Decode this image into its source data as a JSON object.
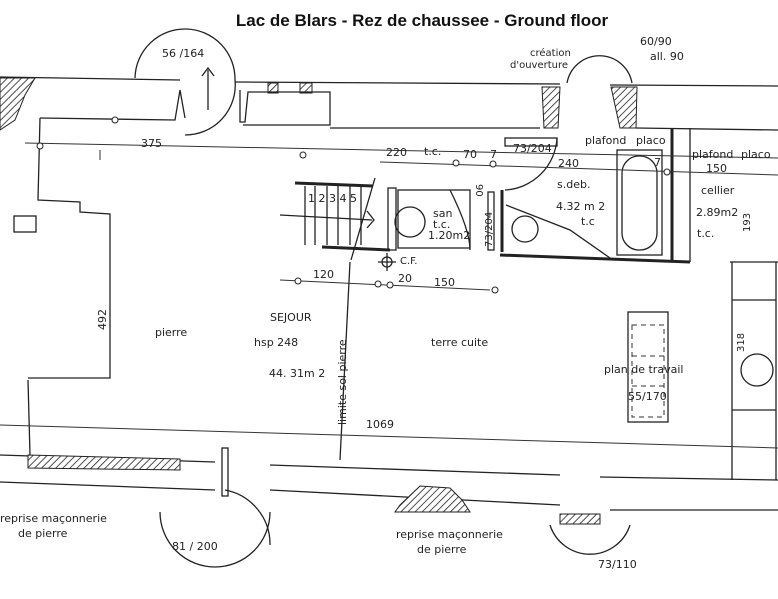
{
  "title": "Lac de Blars - Rez de chaussee - Ground floor",
  "doors": {
    "entry_top": "56 /164",
    "opening_new_1": "création",
    "opening_new_2": "d'ouverture",
    "opening_size": "60/90",
    "opening_all": "all.  90",
    "bath_door_h": "73/204",
    "wc_door_v": "73/204",
    "bottom_left": "81 / 200",
    "bottom_right": "73/110"
  },
  "dimensions": {
    "d375": "375",
    "d220": "220",
    "d70": "70",
    "d7a": "7",
    "d240": "240",
    "d7b": "7",
    "d150_top": "150",
    "d90": "90",
    "d193": "193",
    "d120": "120",
    "d20": "20",
    "d150": "150",
    "d492": "492",
    "d318": "318",
    "d1069": "1069"
  },
  "rooms": {
    "tc_top": "t.c.",
    "bath_ceiling_1": "plafond",
    "bath_ceiling_2": "placo",
    "cellier_ceiling_1": "plafond",
    "cellier_ceiling_2": "placo",
    "cellier": "cellier",
    "cellier_area": "2.89m2",
    "cellier_floor": "t.c.",
    "bath": "s.deb.",
    "bath_area": "4.32 m 2",
    "bath_floor": "t.c",
    "stairs": "1 2 3 4 5",
    "wc": "san",
    "wc_floor": "t.c.",
    "wc_area": "1.20m2",
    "cf": "C.F.",
    "stone": "pierre",
    "living": "SEJOUR",
    "living_height": "hsp  248",
    "living_area": "44. 31m 2",
    "floor_limit": "limite sol pierre",
    "terracotta": "terre cuite",
    "worktop": "plan de travail",
    "worktop_size": "55/170"
  },
  "notes": {
    "left_1": "reprise maçonnerie",
    "left_2": "de pierre",
    "mid_1": "reprise maçonnerie",
    "mid_2": "de pierre"
  }
}
